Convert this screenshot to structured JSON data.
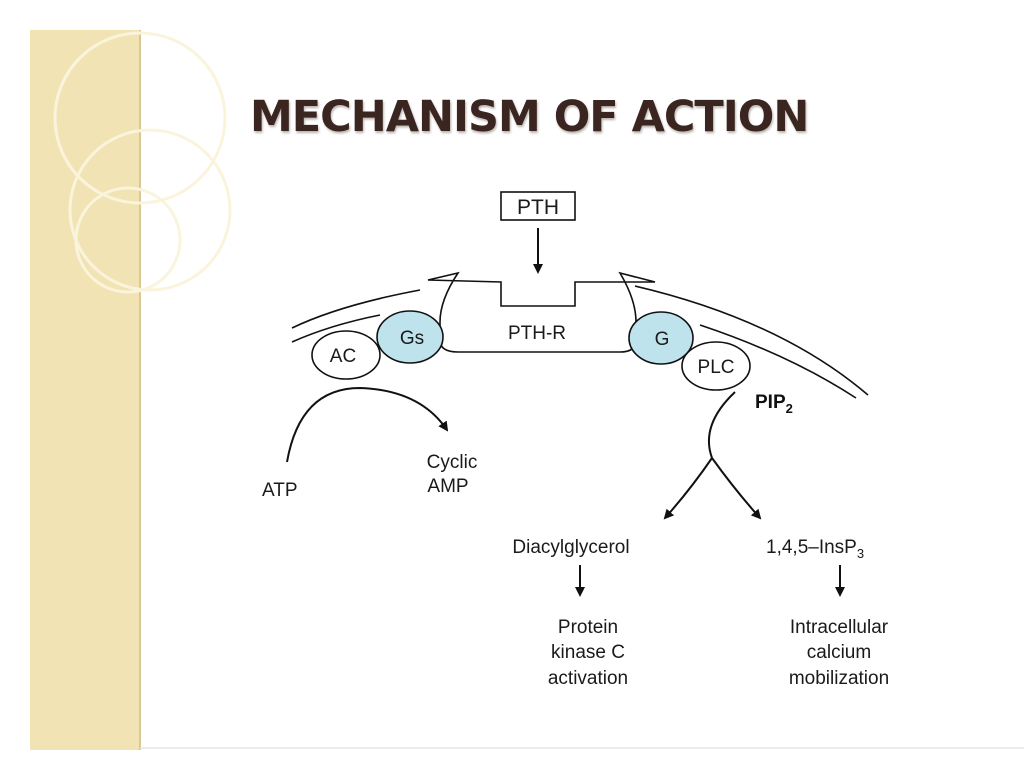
{
  "title": "MECHANISM OF ACTION",
  "diagram": {
    "hormone": "PTH",
    "receptor": "PTH-R",
    "left_branch": {
      "gprotein": "Gs",
      "enzyme": "AC",
      "substrate": "ATP",
      "product_line1": "Cyclic",
      "product_line2": "AMP"
    },
    "right_branch": {
      "gprotein": "G",
      "enzyme": "PLC",
      "substrate_main": "PIP",
      "substrate_sub": "2",
      "product_left": "Diacylglycerol",
      "product_right_main": "1,4,5–InsP",
      "product_right_sub": "3",
      "effect_left": [
        "Protein",
        "kinase C",
        "activation"
      ],
      "effect_right": [
        "Intracellular",
        "calcium",
        "mobilization"
      ]
    }
  },
  "colors": {
    "gprotein_fill": "#bfe3ec",
    "sidebar_fill": "#f2e3b4",
    "title_color": "#3a2520"
  }
}
